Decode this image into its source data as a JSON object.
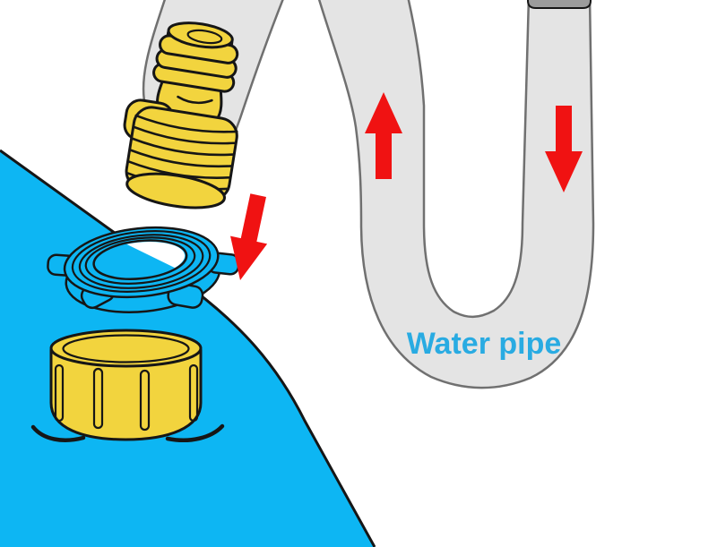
{
  "illustration": {
    "label_water_pipe": "Water pipe"
  },
  "arrows": [
    {
      "name": "flow-up-arrow-icon",
      "direction": "up"
    },
    {
      "name": "flow-down-arrow-icon",
      "direction": "down"
    },
    {
      "name": "insert-down-arrow-icon",
      "direction": "down-left"
    }
  ],
  "colors": {
    "background": "#ffffff",
    "tank_blue": "#0db6f3",
    "label_blue": "#29abe2",
    "pipe_fill": "#e4e4e4",
    "pipe_outline": "#707070",
    "brass_yellow": "#f2d43e",
    "arrow_red": "#f01212",
    "connector_gray": "#9c9c9c",
    "outline_dark": "#161616"
  }
}
